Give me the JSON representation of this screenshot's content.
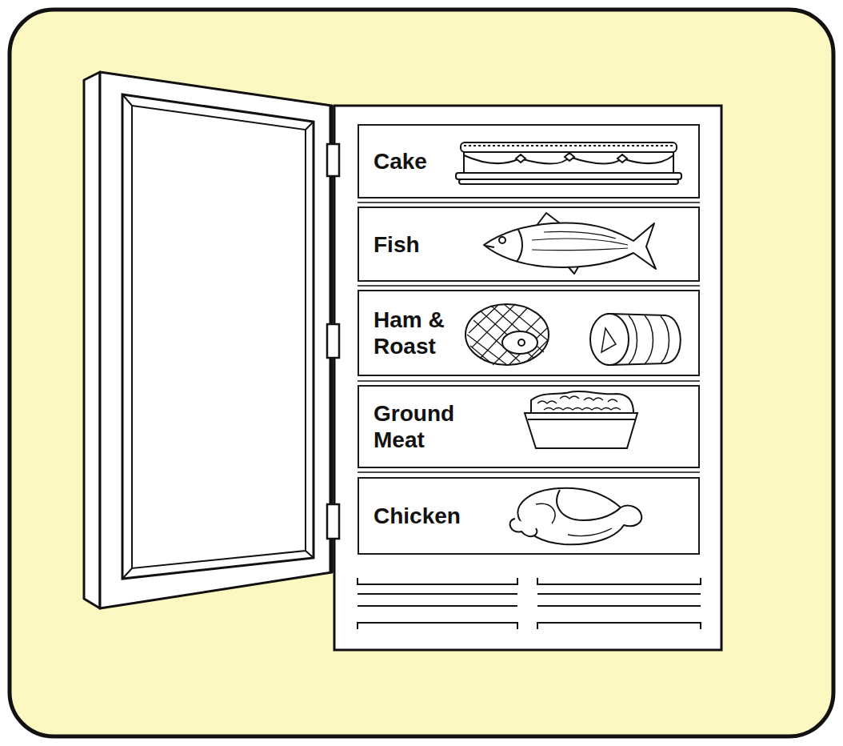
{
  "diagram": {
    "nodes": [
      {
        "text": [
          "Cake"
        ]
      },
      {
        "text": [
          "Fish"
        ]
      },
      {
        "text": [
          "Ham & Roast"
        ]
      },
      {
        "text": [
          "Ground Meat"
        ]
      },
      {
        "text": [
          "Chicken"
        ]
      }
    ]
  }
}
